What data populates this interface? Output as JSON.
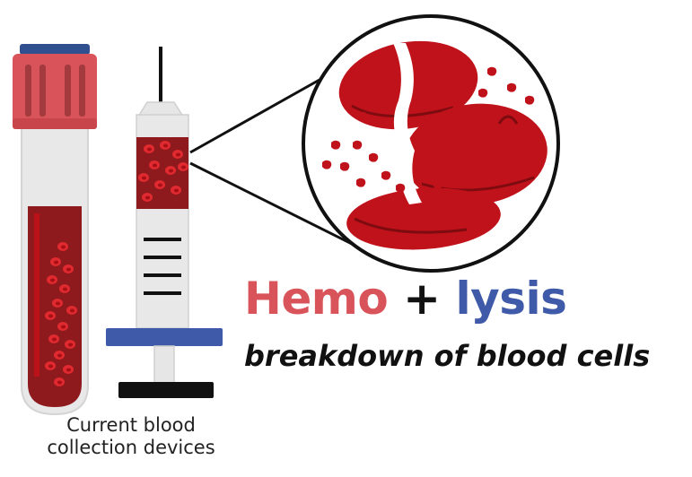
{
  "title": {
    "part1": "Hemo",
    "plus": "+",
    "part2": "lysis"
  },
  "subtitle": "breakdown of blood cells",
  "caption": {
    "line1": "Current blood",
    "line2": "collection devices"
  },
  "colors": {
    "hemo": "#d9545a",
    "lysis": "#3f5aa8",
    "blood": "#c0121a",
    "dark_blood": "#8e1a1e",
    "tube_cap": "#d9545a",
    "tube_cap_top": "#2f4f8f",
    "plunger_blue": "#3f5aa8"
  },
  "icons": [
    "blood-tube-icon",
    "syringe-icon",
    "magnified-red-blood-cells-icon"
  ]
}
